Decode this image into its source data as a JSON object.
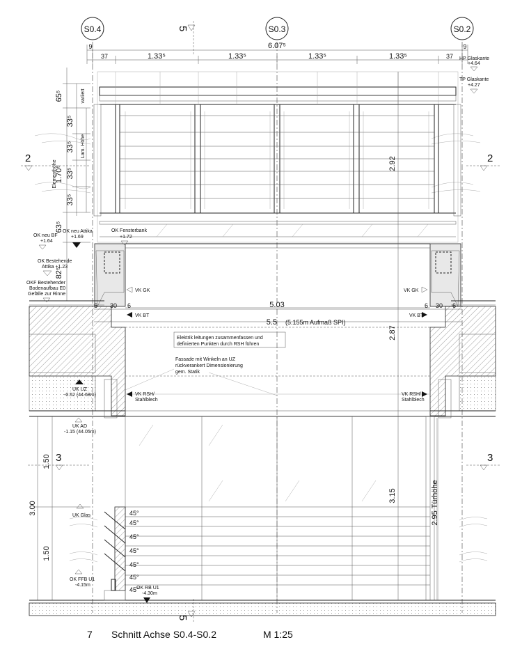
{
  "axes": {
    "left": "S0.4",
    "middle": "S0.3",
    "right": "S0.2"
  },
  "section_marks": {
    "s5": "5",
    "s2": "2",
    "s3": "3"
  },
  "dimensions_top": {
    "left_edge": "9",
    "right_edge": "9",
    "overall": "6.07⁵",
    "left_37": "37",
    "right_37": "37",
    "bays": [
      "1.33⁵",
      "1.33⁵",
      "1.33⁵",
      "1.33⁵"
    ]
  },
  "dimensions_left_upper": [
    "65⁵",
    "33⁵",
    "33⁵",
    "1.70⁵",
    "33⁵",
    "33⁵",
    "63⁵",
    "82⁵"
  ],
  "dimensions_left_labels": {
    "variiert": "variiert",
    "lam_hoehe": "Lam. Höhe",
    "elementhoehe": "Elementhöhe"
  },
  "dimensions_left_lower": {
    "upper": "1.50",
    "lower": "1.50",
    "total": "3.00"
  },
  "dimensions_right": {
    "d292": "2.92",
    "d287": "2.87",
    "d315": "3.15",
    "d295": "2.95 Türhöhe"
  },
  "dimension_middle": {
    "top_row": [
      "6",
      "30",
      "6"
    ],
    "top_row_right": [
      "6",
      "30",
      "6"
    ],
    "d503": "5.03",
    "d55": "5.5",
    "aufmass": "(5.155m Aufmaß SPI)"
  },
  "levels_right": {
    "hp": "HP Glaskante",
    "hp_val": "+4.64",
    "tp": "TP Glaskante",
    "tp_val": "+4.27"
  },
  "levels_left": {
    "ok_neu_bf": "OK neu BF",
    "ok_neu_bf_val": "+1.64",
    "ok_neu_attika": "OK neu Attika",
    "ok_neu_attika_val": "+1.69",
    "ok_fensterbank": "OK Fensterbank",
    "ok_fensterbank_val": "+1.72",
    "ok_bestehende": "OK Bestehende",
    "attika_val": "Attika +1.23",
    "okf_bestehender": "OKF Bestehender",
    "bodenaufbau": "Bodenaufbau  E0",
    "gefaelle": "Gefälle zur Rinne",
    "uk_uz": "UK UZ",
    "uk_uz_val": "-0.52 (44.68m)",
    "uk_ad": "UK AD",
    "uk_ad_val": "-1.15 (44.05m)",
    "uk_glas": "UK Glas",
    "ok_ffb": "OK FFB U1",
    "ok_ffb_val": "-4.15m",
    "ok_rb": "OK RB U1",
    "ok_rb_val": "-4.30m"
  },
  "tags": {
    "vk_gk": "VK GK",
    "vk_bt": "VK BT",
    "vk_rsh": "VK RSH/",
    "stahlblech": "Stahlblech"
  },
  "notes": {
    "elektrik_1": "Elektrik leitungen zusammenfassen und",
    "elektrik_2": "definierten Punkten durch RSH führen",
    "fassade_1": "Fassade mit Winkeln an UZ",
    "fassade_2": "rückverankert Dimensionierung",
    "fassade_3": "gem. Statik"
  },
  "angles": [
    "45°",
    "45°",
    "45°",
    "45°",
    "45°",
    "45°",
    "45°"
  ],
  "title": {
    "number": "7",
    "name": "Schnitt Achse S0.4-S0.2",
    "scale": "M 1:25"
  }
}
